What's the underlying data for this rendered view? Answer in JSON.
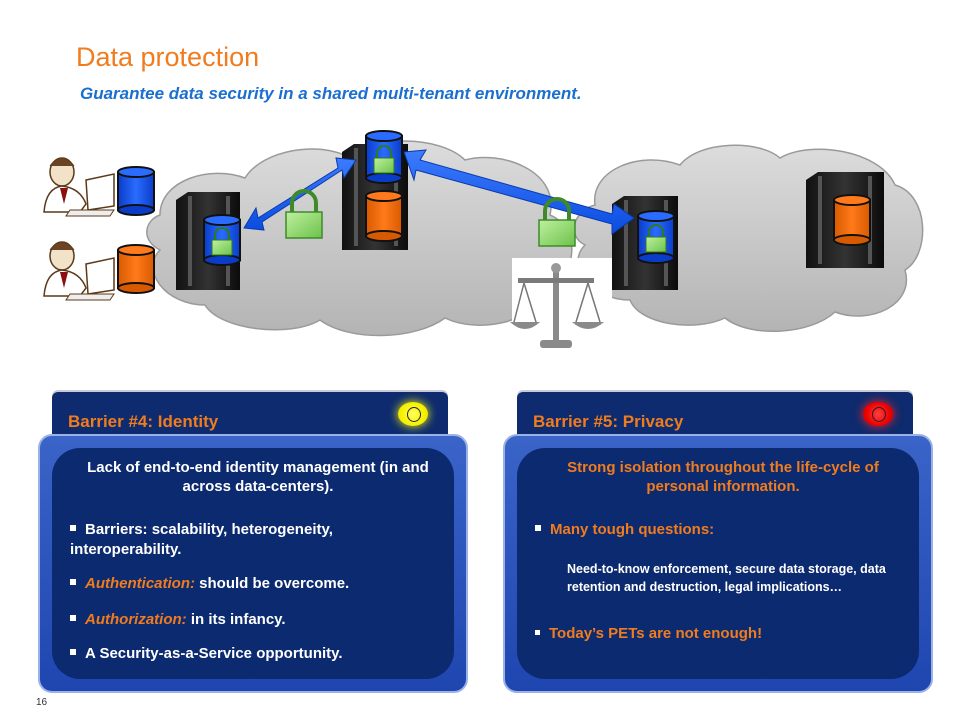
{
  "header": {
    "title": "Data protection",
    "subtitle": "Guarantee data security in a shared multi-tenant environment."
  },
  "colors": {
    "accent_orange": "#f07c1e",
    "subtitle_blue": "#1b6fd0",
    "panel_navy": "#0c2a70",
    "frame_blue": "#2f58c0",
    "light_yellow": "#f6f000",
    "light_red": "#ee0000"
  },
  "icons": [
    "user-at-desk-icon",
    "database-icon",
    "server-rack-icon",
    "padlock-icon",
    "double-arrow-icon",
    "cloud-icon",
    "scales-of-justice-icon",
    "status-light-icon"
  ],
  "panels": [
    {
      "title": "Barrier #4: Identity",
      "status": "yellow",
      "heading": "Lack of end-to-end identity management (in and across data-centers).",
      "bullet1": "Barriers:  scalability, heterogeneity, interoperability.",
      "bullet2_em": "Authentication:",
      "bullet2_rest": " should be overcome.",
      "bullet3_em": "Authorization:",
      "bullet3_rest": " in its infancy.",
      "bullet4": "A Security-as-a-Service opportunity."
    },
    {
      "title": "Barrier #5: Privacy",
      "status": "red",
      "heading": "Strong isolation throughout the life-cycle of personal information.",
      "bullet1": "Many tough questions:",
      "note": "Need-to-know  enforcement, secure data storage, data retention and destruction, legal implications…",
      "bullet2": "Today’s PETs are not enough!"
    }
  ],
  "footer": {
    "page_number": "16"
  }
}
